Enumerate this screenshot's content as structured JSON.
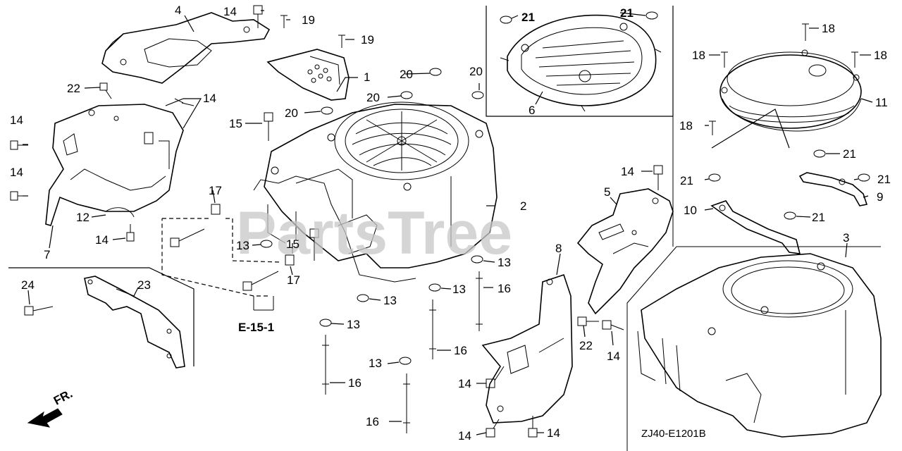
{
  "diagram": {
    "diagram_code": "ZJ40-E1201B",
    "watermark": "PartsTree",
    "section_ref": "E-15-1",
    "direction_label": "FR.",
    "callouts": [
      {
        "id": "c4",
        "text": "4"
      },
      {
        "id": "c14a",
        "text": "14"
      },
      {
        "id": "c19a",
        "text": "19"
      },
      {
        "id": "c19b",
        "text": "19"
      },
      {
        "id": "c1",
        "text": "1"
      },
      {
        "id": "c22a",
        "text": "22"
      },
      {
        "id": "c14b",
        "text": "14"
      },
      {
        "id": "c14c",
        "text": "14"
      },
      {
        "id": "c14d",
        "text": "14"
      },
      {
        "id": "c20a",
        "text": "20"
      },
      {
        "id": "c20b",
        "text": "20"
      },
      {
        "id": "c20c",
        "text": "20"
      },
      {
        "id": "c20d",
        "text": "20"
      },
      {
        "id": "c15a",
        "text": "15"
      },
      {
        "id": "c17a",
        "text": "17"
      },
      {
        "id": "c12",
        "text": "12"
      },
      {
        "id": "c14e",
        "text": "14"
      },
      {
        "id": "c7",
        "text": "7"
      },
      {
        "id": "c13a",
        "text": "13"
      },
      {
        "id": "c15b",
        "text": "15"
      },
      {
        "id": "c17b",
        "text": "17"
      },
      {
        "id": "c24",
        "text": "24"
      },
      {
        "id": "c23",
        "text": "23"
      },
      {
        "id": "c2",
        "text": "2"
      },
      {
        "id": "c21a",
        "text": "21"
      },
      {
        "id": "c21b",
        "text": "21"
      },
      {
        "id": "c6",
        "text": "6"
      },
      {
        "id": "c18a",
        "text": "18"
      },
      {
        "id": "c18b",
        "text": "18"
      },
      {
        "id": "c18c",
        "text": "18"
      },
      {
        "id": "c11",
        "text": "11"
      },
      {
        "id": "c18d",
        "text": "18"
      },
      {
        "id": "c21c",
        "text": "21"
      },
      {
        "id": "c21d",
        "text": "21"
      },
      {
        "id": "c21e",
        "text": "21"
      },
      {
        "id": "c9",
        "text": "9"
      },
      {
        "id": "c10",
        "text": "10"
      },
      {
        "id": "c21f",
        "text": "21"
      },
      {
        "id": "c14f",
        "text": "14"
      },
      {
        "id": "c5",
        "text": "5"
      },
      {
        "id": "c3",
        "text": "3"
      },
      {
        "id": "c13b",
        "text": "13"
      },
      {
        "id": "c13c",
        "text": "13"
      },
      {
        "id": "c16a",
        "text": "16"
      },
      {
        "id": "c13d",
        "text": "13"
      },
      {
        "id": "c8",
        "text": "8"
      },
      {
        "id": "c13e",
        "text": "13"
      },
      {
        "id": "c16b",
        "text": "16"
      },
      {
        "id": "c13f",
        "text": "13"
      },
      {
        "id": "c16c",
        "text": "16"
      },
      {
        "id": "c22b",
        "text": "22"
      },
      {
        "id": "c14g",
        "text": "14"
      },
      {
        "id": "c16d",
        "text": "16"
      },
      {
        "id": "c14h",
        "text": "14"
      },
      {
        "id": "c14i",
        "text": "14"
      },
      {
        "id": "c14j",
        "text": "14"
      }
    ]
  }
}
